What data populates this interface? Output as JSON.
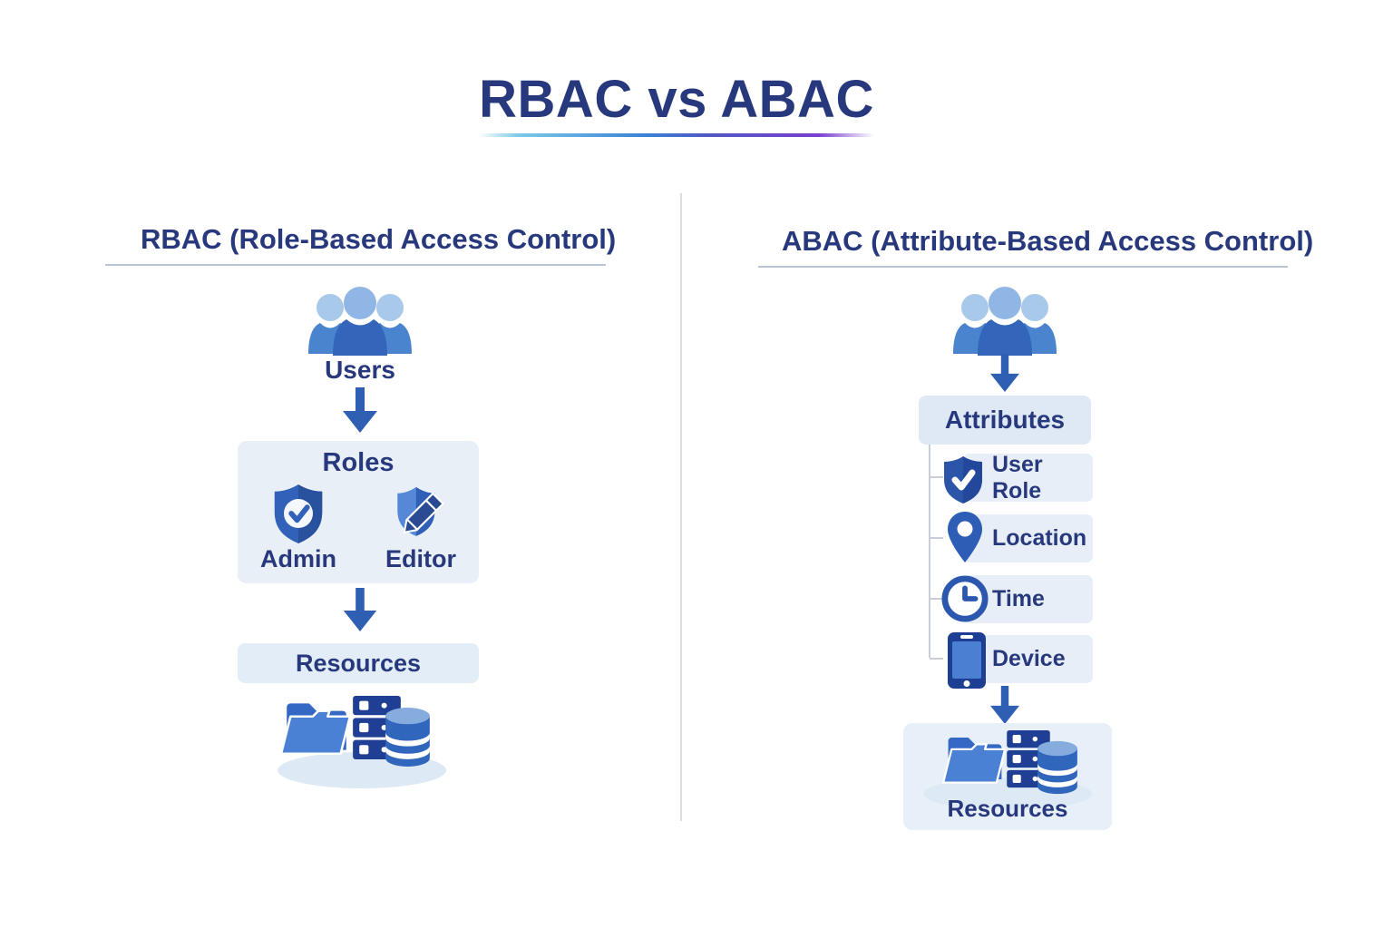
{
  "title": "RBAC vs ABAC",
  "colors": {
    "navy": "#27397c",
    "blue": "#3166bd",
    "arrow": "#2f5fb2",
    "panel-box": "#e9eff7",
    "underline": "#b9c4d9",
    "gradient-start": "#7ec8e8",
    "gradient-mid": "#3b82d6",
    "gradient-end": "#7a3fd0"
  },
  "left_panel": {
    "header": "RBAC (Role-Based Access Control)",
    "users_label": "Users",
    "roles_box_title": "Roles",
    "roles": [
      {
        "label": "Admin",
        "icon": "shield-check-icon"
      },
      {
        "label": "Editor",
        "icon": "shield-pencil-icon"
      }
    ],
    "resources_label": "Resources"
  },
  "right_panel": {
    "header": "ABAC (Attribute-Based Access Control)",
    "attributes_box_title": "Attributes",
    "attributes": [
      {
        "label": "User Role",
        "icon": "shield-check-icon"
      },
      {
        "label": "Location",
        "icon": "map-pin-icon"
      },
      {
        "label": "Time",
        "icon": "clock-icon"
      },
      {
        "label": "Device",
        "icon": "smartphone-icon"
      }
    ],
    "resources_label": "Resources"
  }
}
